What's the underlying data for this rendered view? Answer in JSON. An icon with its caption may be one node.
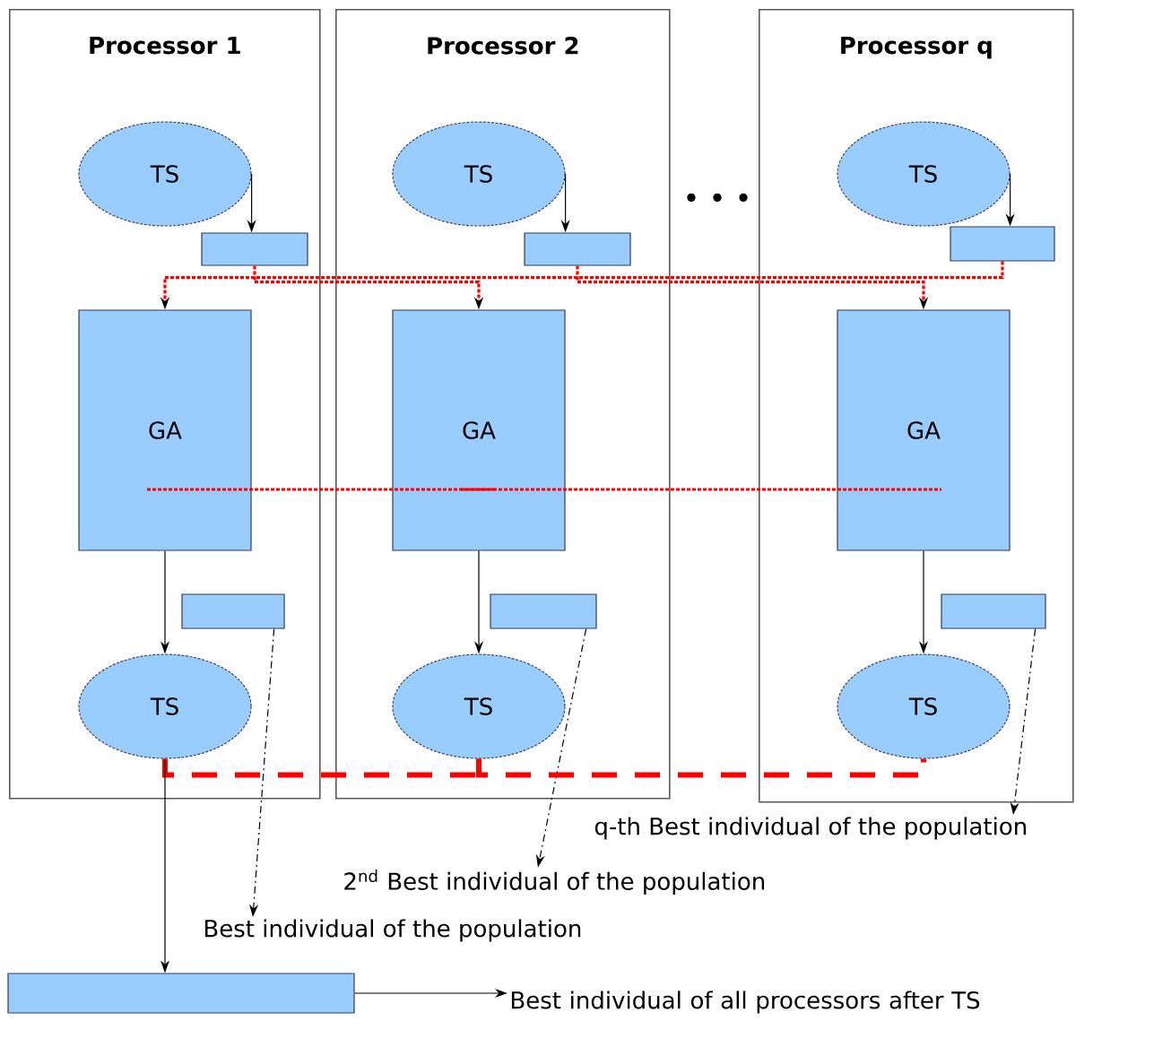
{
  "diagram": {
    "nodes": [
      {
        "text": [
          "Processor 1"
        ]
      },
      {
        "text": [
          "TS"
        ],
        "in": 0
      },
      {
        "text": [],
        "shape": "box",
        "in": 0
      },
      {
        "text": [
          "GA"
        ],
        "in": 0
      },
      {
        "text": [],
        "shape": "box",
        "in": 0
      },
      {
        "text": [
          "TS"
        ],
        "in": 0
      },
      {
        "text": [
          "Processor 2"
        ]
      },
      {
        "text": [
          "TS"
        ],
        "in": 6
      },
      {
        "text": [],
        "shape": "box",
        "in": 6
      },
      {
        "text": [
          "GA"
        ],
        "in": 6
      },
      {
        "text": [],
        "shape": "box",
        "in": 6
      },
      {
        "text": [
          "TS"
        ],
        "in": 6
      },
      {
        "text": [
          "Processor q"
        ]
      },
      {
        "text": [
          "TS"
        ],
        "in": 12
      },
      {
        "text": [],
        "shape": "box",
        "in": 12
      },
      {
        "text": [
          "GA"
        ],
        "in": 12
      },
      {
        "text": [],
        "shape": "box",
        "in": 12
      },
      {
        "text": [
          "TS"
        ],
        "in": 12
      },
      {
        "text": [
          "q-th Best individual of the population"
        ]
      },
      {
        "text": [
          "2$^{nd}$ Best individual of the population"
        ]
      },
      {
        "text": [
          "Best individual of the population"
        ]
      },
      {
        "text": [],
        "shape": "box"
      },
      {
        "text": [
          "Best individual of all processors after TS"
        ]
      }
    ],
    "edges": [
      {
        "from": 1,
        "to": 2,
        "arrow": "to"
      },
      {
        "from": 2,
        "to": 9,
        "arrow": "to",
        "style": "dashed",
        "color": "#ff0000"
      },
      {
        "from": 8,
        "to": 15,
        "arrow": "to",
        "style": "dashed",
        "color": "#ff0000"
      },
      {
        "from": 14,
        "to": 3,
        "arrow": "to",
        "style": "dashed",
        "color": "#ff0000"
      },
      {
        "from": 3,
        "to": 9,
        "arrow": "none",
        "style": "dashed",
        "color": "#ff0000"
      },
      {
        "from": 9,
        "to": 15,
        "arrow": "none",
        "style": "dashed",
        "color": "#ff0000"
      },
      {
        "from": 3,
        "to": 5,
        "arrow": "to"
      },
      {
        "from": 4,
        "to": 20,
        "arrow": "to",
        "style": "dashed"
      },
      {
        "from": 7,
        "to": 8,
        "arrow": "to"
      },
      {
        "from": 9,
        "to": 11,
        "arrow": "to"
      },
      {
        "from": 10,
        "to": 19,
        "arrow": "to",
        "style": "dashed"
      },
      {
        "from": 13,
        "to": 14,
        "arrow": "to"
      },
      {
        "from": 15,
        "to": 17,
        "arrow": "to"
      },
      {
        "from": 16,
        "to": 18,
        "arrow": "to",
        "style": "dashed"
      },
      {
        "from": 5,
        "to": 11,
        "arrow": "none",
        "style": "dashed",
        "color": "#ff0000"
      },
      {
        "from": 11,
        "to": 17,
        "arrow": "none",
        "style": "dashed",
        "color": "#ff0000"
      },
      {
        "from": 5,
        "to": 21,
        "arrow": "to"
      },
      {
        "from": 21,
        "to": 22,
        "arrow": "to"
      }
    ],
    "labels": [
      "• • •"
    ]
  }
}
